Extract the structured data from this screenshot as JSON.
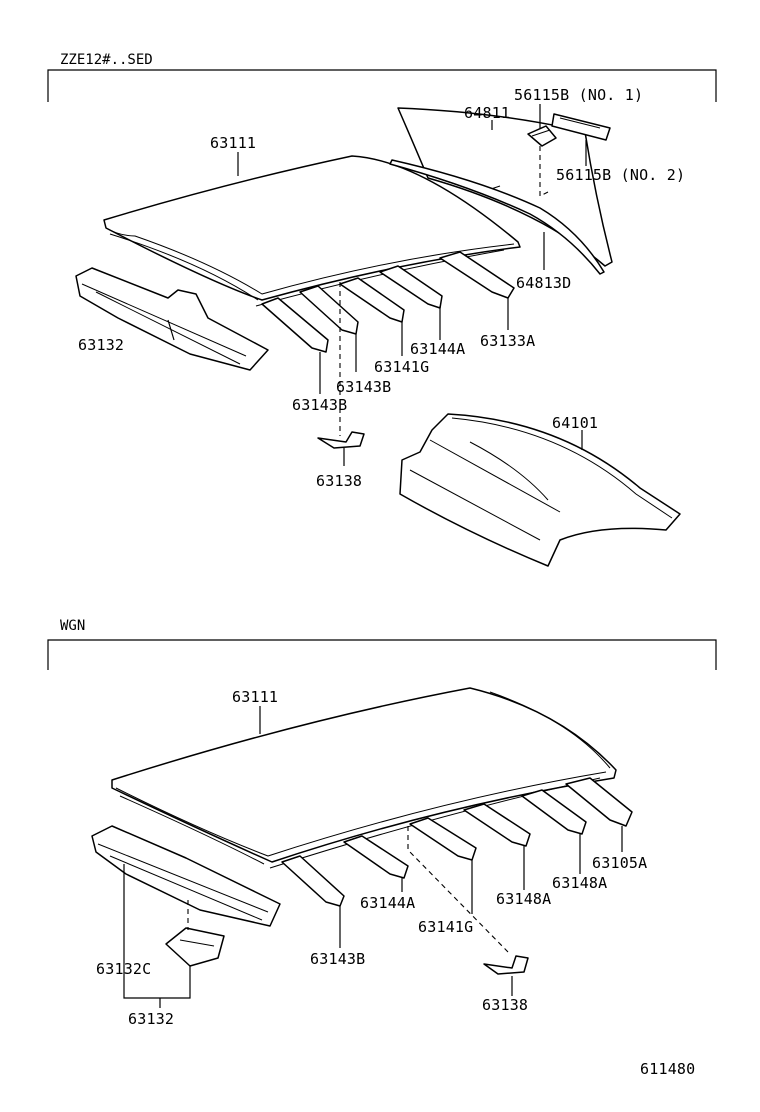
{
  "sections": {
    "sedan": {
      "title": "ZZE12#..SED"
    },
    "wagon": {
      "title": "WGN"
    }
  },
  "sedan_labels": {
    "roof_panel": "63111",
    "back_window_glass": "64811",
    "clip_no1": "56115B (NO. 1)",
    "clip_no2": "56115B (NO. 2)",
    "back_window_weatherstrip": "64813D",
    "front_header": "63132",
    "bow_rear": "63133A",
    "bow_a": "63144A",
    "bow_g": "63141G",
    "bow_b1": "63143B",
    "bow_b2": "63143B",
    "bracket": "63138",
    "package_tray": "64101"
  },
  "wagon_labels": {
    "roof_panel": "63111",
    "bow_105a": "63105A",
    "bow_148a_1": "63148A",
    "bow_148a_2": "63148A",
    "bow_144a": "63144A",
    "bow_141g": "63141G",
    "bow_143b": "63143B",
    "header_c": "63132C",
    "front_header": "63132",
    "bracket": "63138"
  },
  "catalog_number": "611480"
}
